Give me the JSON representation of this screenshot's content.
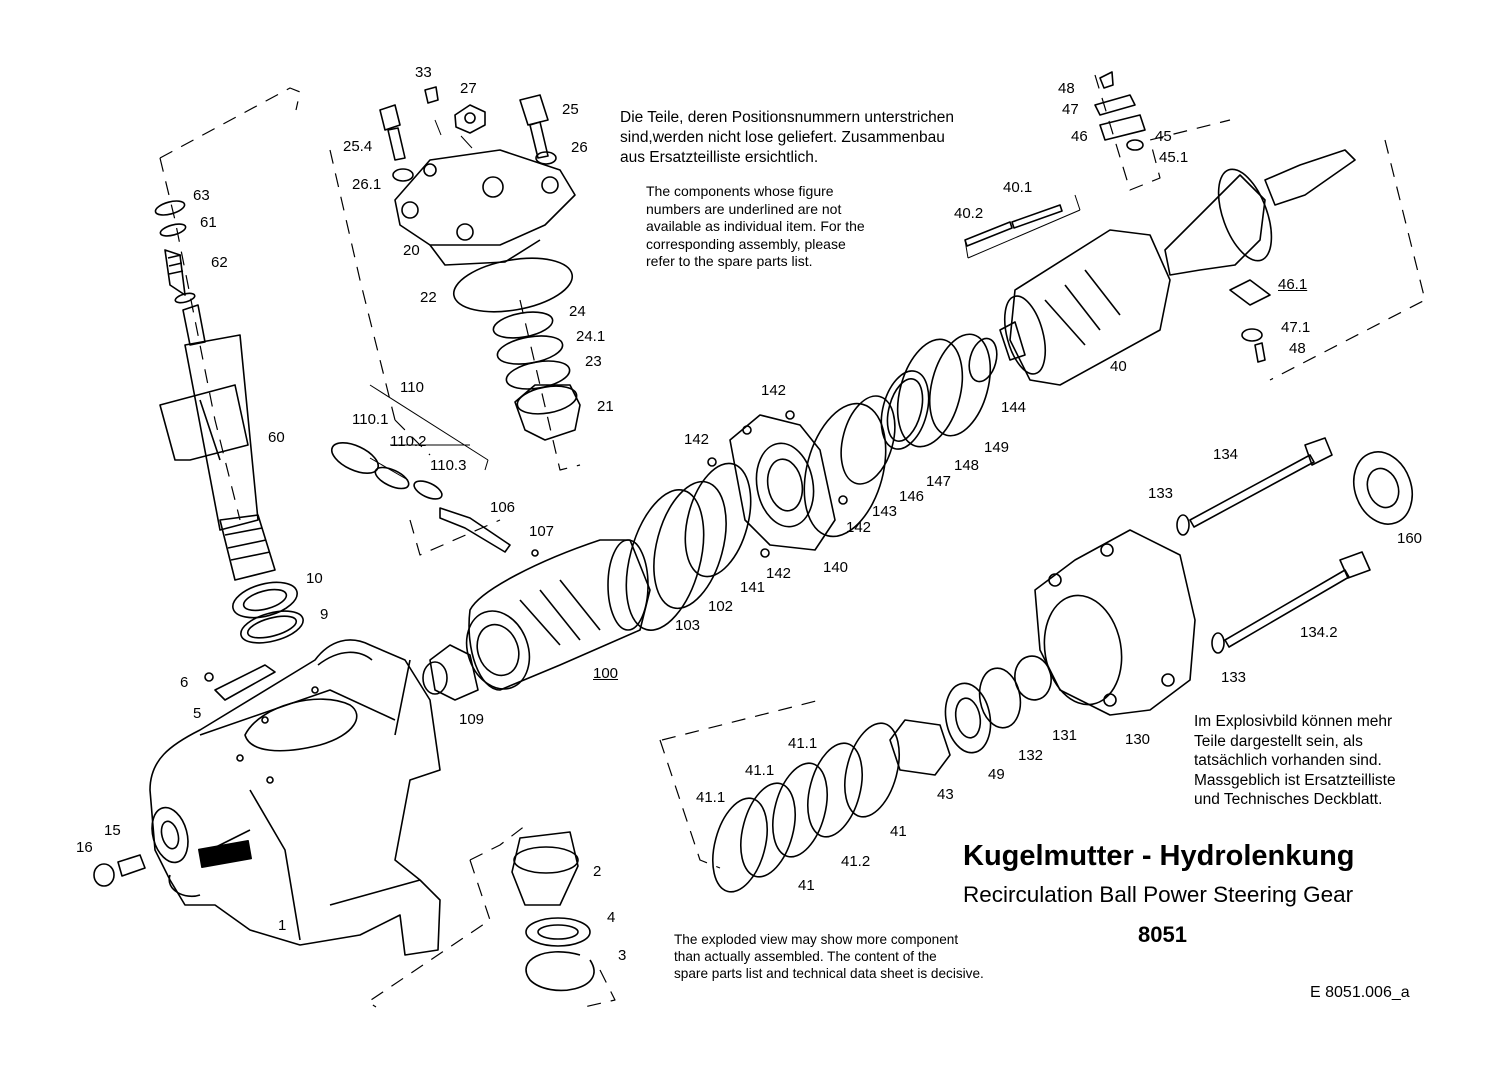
{
  "notes": {
    "de_underline": "Die  Teile, deren Positionsnummern unterstrichen\nsind,werden nicht lose geliefert. Zusammenbau\naus Ersatzteilliste ersichtlich.",
    "en_underline": "The components whose figure\nnumbers are underlined are not\navailable as individual item. For the\ncorresponding assembly, please\nrefer to the spare parts list.",
    "de_explode": "Im Explosivbild können mehr\nTeile dargestellt sein, als\ntatsächlich vorhanden sind.\nMassgeblich ist Ersatzteilliste\nund Technisches Deckblatt.",
    "en_explode": "The exploded view may show  more component\nthan actually  assembled. The content of the\nspare parts list and technical data sheet is decisive."
  },
  "title": {
    "de": "Kugelmutter - Hydrolenkung",
    "en": "Recirculation Ball Power Steering Gear",
    "model": "8051"
  },
  "doc_id": "E  8051.006_a",
  "labels": [
    "33",
    "27",
    "25",
    "25.4",
    "26",
    "26.1",
    "20",
    "22",
    "24",
    "24.1",
    "23",
    "21",
    "63",
    "61",
    "62",
    "60",
    "10",
    "9",
    "6",
    "5",
    "16",
    "15",
    "1",
    "2",
    "4",
    "3",
    "110",
    "110.1",
    "110.2",
    "110.3",
    "106",
    "107",
    "109",
    "100",
    "103",
    "102",
    "141",
    "142",
    "142",
    "142",
    "142",
    "140",
    "143",
    "146",
    "147",
    "148",
    "149",
    "144",
    "40",
    "40.1",
    "40.2",
    "48",
    "47",
    "46",
    "45",
    "45.1",
    "46.1",
    "47.1",
    "48",
    "134",
    "133",
    "160",
    "134.2",
    "133",
    "130",
    "131",
    "132",
    "49",
    "43",
    "41",
    "41.1",
    "41.1",
    "41.1",
    "41.2",
    "41"
  ],
  "colors": {
    "ink": "#000000",
    "paper": "#ffffff"
  }
}
